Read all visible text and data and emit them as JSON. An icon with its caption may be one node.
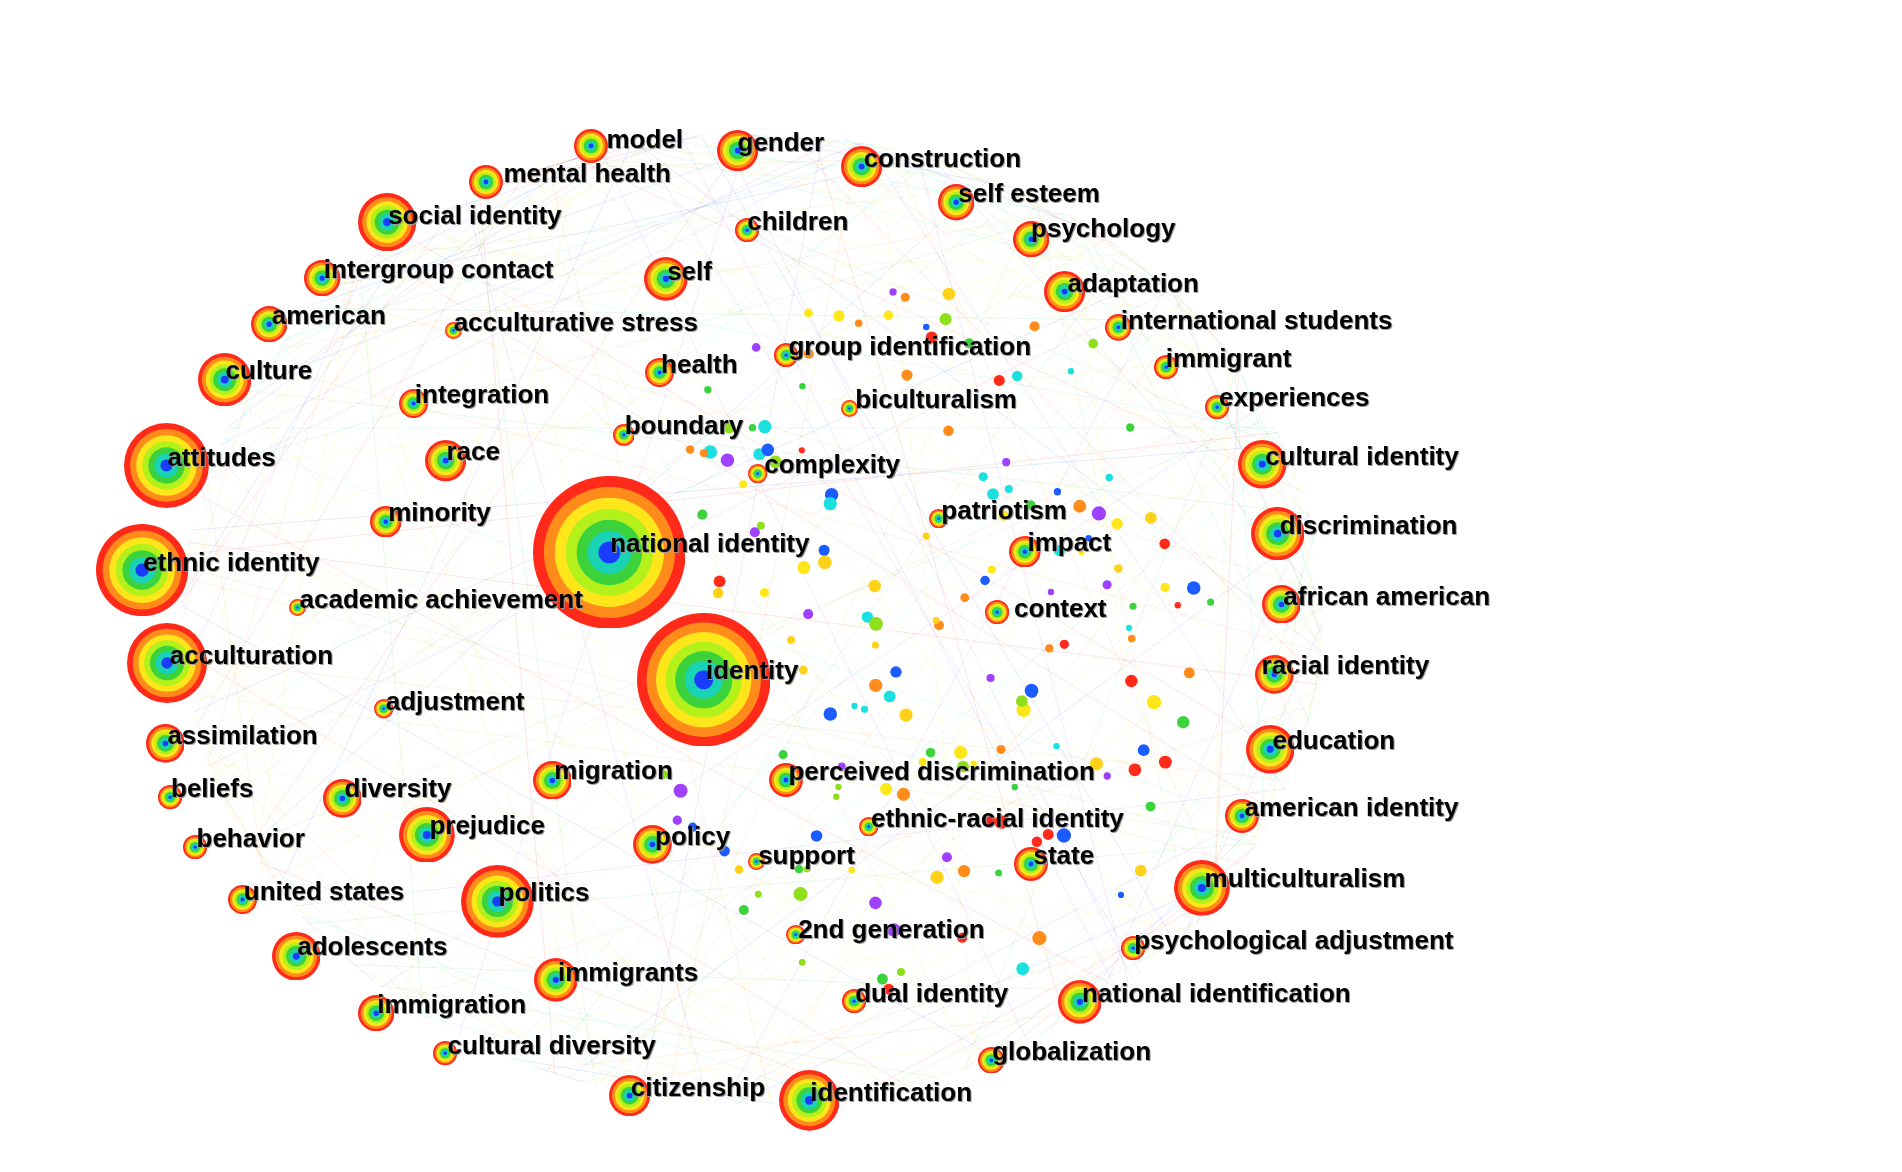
{
  "diagram": {
    "nodes": [
      {
        "text": [
          "model"
        ]
      },
      {
        "text": [
          "mental health"
        ]
      },
      {
        "text": [
          "gender"
        ]
      },
      {
        "text": [
          "construction"
        ]
      },
      {
        "text": [
          "self esteem"
        ]
      },
      {
        "text": [
          "psychology"
        ]
      },
      {
        "text": [
          "social identity"
        ]
      },
      {
        "text": [
          "children"
        ]
      },
      {
        "text": [
          "intergroup contact"
        ]
      },
      {
        "text": [
          "self"
        ]
      },
      {
        "text": [
          "adaptation"
        ]
      },
      {
        "text": [
          "american"
        ]
      },
      {
        "text": [
          "acculturative stress"
        ]
      },
      {
        "text": [
          "international students"
        ]
      },
      {
        "text": [
          "health"
        ]
      },
      {
        "text": [
          "group identification"
        ]
      },
      {
        "text": [
          "immigrant"
        ]
      },
      {
        "text": [
          "culture"
        ]
      },
      {
        "text": [
          "integration"
        ]
      },
      {
        "text": [
          "experiences"
        ]
      },
      {
        "text": [
          "biculturalism"
        ]
      },
      {
        "text": [
          "boundary"
        ]
      },
      {
        "text": [
          "attitudes"
        ]
      },
      {
        "text": [
          "race"
        ]
      },
      {
        "text": [
          "complexity"
        ]
      },
      {
        "text": [
          "cultural identity"
        ]
      },
      {
        "text": [
          "minority"
        ]
      },
      {
        "text": [
          "patriotism"
        ]
      },
      {
        "text": [
          "national identity"
        ]
      },
      {
        "text": [
          "impact"
        ]
      },
      {
        "text": [
          "discrimination"
        ]
      },
      {
        "text": [
          "ethnic identity"
        ]
      },
      {
        "text": [
          "academic achievement"
        ]
      },
      {
        "text": [
          "context"
        ]
      },
      {
        "text": [
          "african american"
        ]
      },
      {
        "text": [
          "acculturation"
        ]
      },
      {
        "text": [
          "identity"
        ]
      },
      {
        "text": [
          "racial identity"
        ]
      },
      {
        "text": [
          "adjustment"
        ]
      },
      {
        "text": [
          "assimilation"
        ]
      },
      {
        "text": [
          "education"
        ]
      },
      {
        "text": [
          "migration"
        ]
      },
      {
        "text": [
          "perceived discrimination"
        ]
      },
      {
        "text": [
          "diversity"
        ]
      },
      {
        "text": [
          "beliefs"
        ]
      },
      {
        "text": [
          "american identity"
        ]
      },
      {
        "text": [
          "prejudice"
        ]
      },
      {
        "text": [
          "ethnic-racial identity"
        ]
      },
      {
        "text": [
          "policy"
        ]
      },
      {
        "text": [
          "behavior"
        ]
      },
      {
        "text": [
          "state"
        ]
      },
      {
        "text": [
          "support"
        ]
      },
      {
        "text": [
          "multiculturalism"
        ]
      },
      {
        "text": [
          "united states"
        ]
      },
      {
        "text": [
          "politics"
        ]
      },
      {
        "text": [
          "2nd generation"
        ]
      },
      {
        "text": [
          "psychological adjustment"
        ]
      },
      {
        "text": [
          "adolescents"
        ]
      },
      {
        "text": [
          "immigrants"
        ]
      },
      {
        "text": [
          "immigration"
        ]
      },
      {
        "text": [
          "dual identity"
        ]
      },
      {
        "text": [
          "national identification"
        ]
      },
      {
        "text": [
          "cultural diversity"
        ]
      },
      {
        "text": [
          "globalization"
        ]
      },
      {
        "text": [
          "citizenship"
        ]
      },
      {
        "text": [
          "identification"
        ]
      }
    ]
  }
}
